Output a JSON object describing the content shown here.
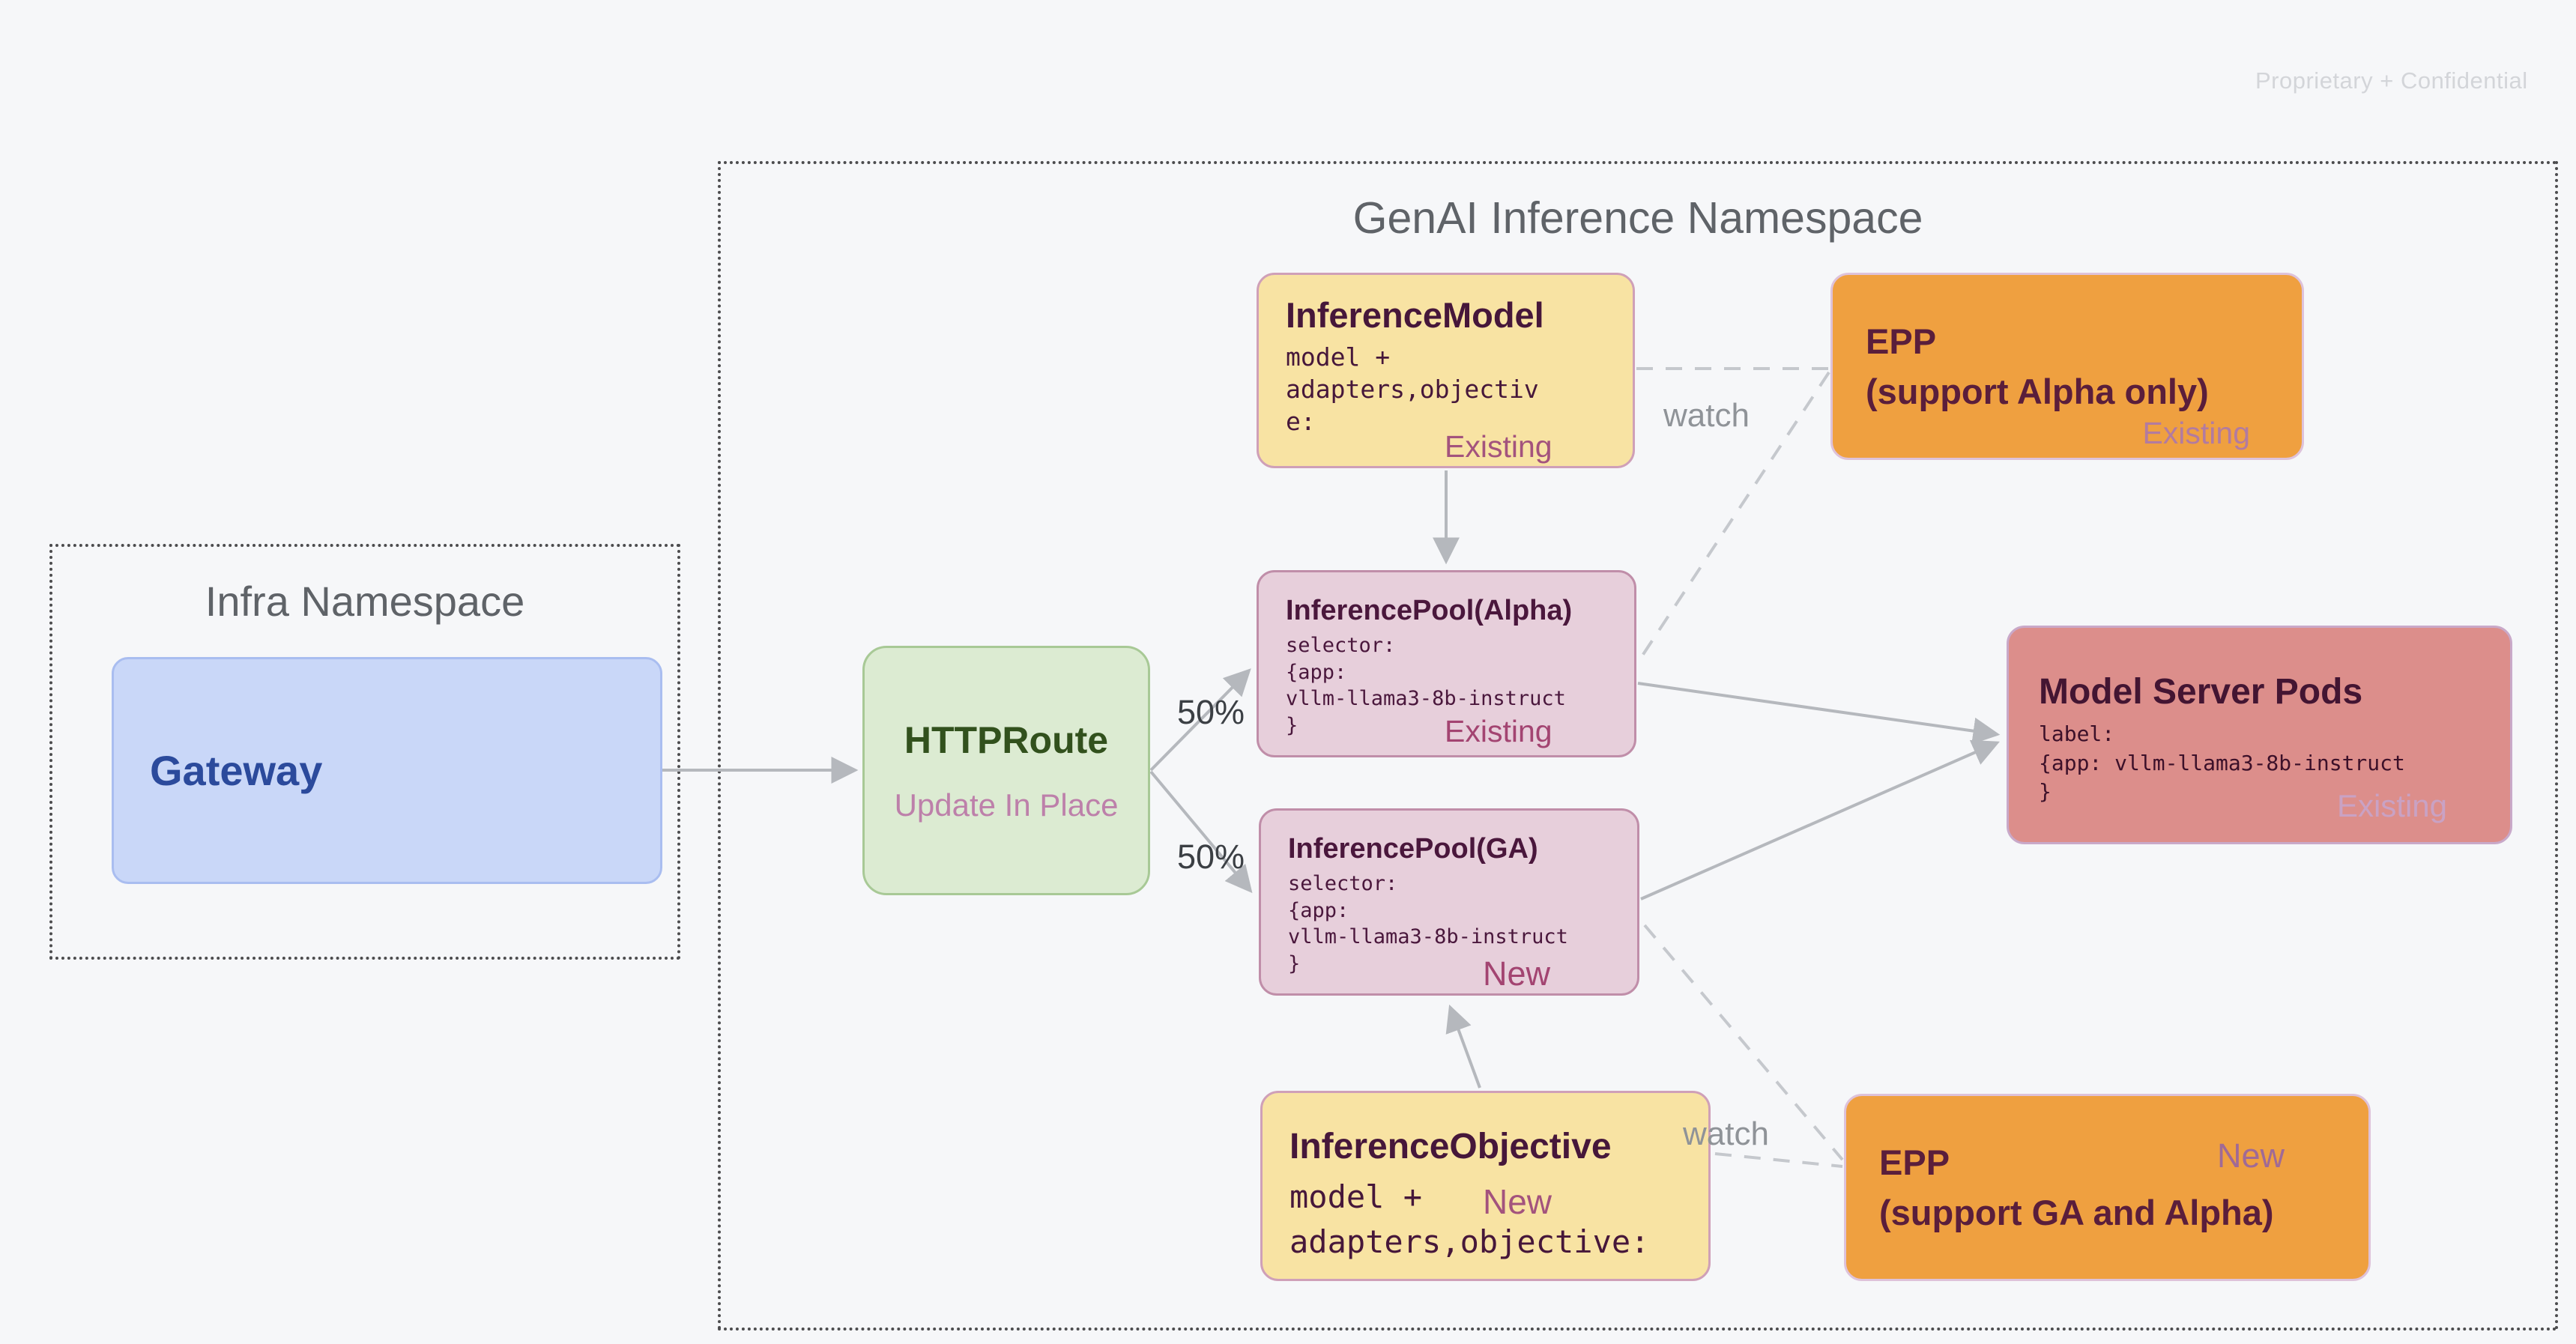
{
  "page": {
    "watermark": "Proprietary + Confidential"
  },
  "namespaces": {
    "infra": {
      "title": "Infra Namespace"
    },
    "genai": {
      "title": "GenAI Inference Namespace"
    }
  },
  "nodes": {
    "gateway": {
      "title": "Gateway"
    },
    "httproute": {
      "title": "HTTPRoute",
      "subtitle": "Update In Place"
    },
    "inference_model": {
      "title": "InferenceModel",
      "body": "model +\nadapters,objectiv\ne:",
      "status": "Existing"
    },
    "epp_alpha": {
      "title": "EPP",
      "subtitle": "(support Alpha only)",
      "status": "Existing"
    },
    "pool_alpha": {
      "title": "InferencePool(Alpha)",
      "body": "selector:\n{app:\nvllm-llama3-8b-instruct\n}",
      "status": "Existing"
    },
    "pool_ga": {
      "title": "InferencePool(GA)",
      "body": "selector:\n{app:\nvllm-llama3-8b-instruct\n}",
      "status": "New"
    },
    "model_server_pods": {
      "title": "Model Server Pods",
      "body": "label:\n{app: vllm-llama3-8b-instruct\n}",
      "status": "Existing"
    },
    "inference_objective": {
      "title": "InferenceObjective",
      "body_line1": "model +",
      "body_line2": "adapters,objective:",
      "status": "New"
    },
    "epp_ga": {
      "title": "EPP",
      "subtitle": "(support GA and Alpha)",
      "status": "New"
    }
  },
  "edge_labels": {
    "route_split_top": "50%",
    "route_split_bottom": "50%",
    "watch_top": "watch",
    "watch_bottom": "watch"
  },
  "colors": {
    "background": "#f6f7f9",
    "namespace_border": "#4c4c4e",
    "namespace_title": "#5f6368",
    "gateway_fill": "#c9d7f8",
    "gateway_border": "#a9bdf0",
    "gateway_text": "#2b4a9c",
    "httproute_fill": "#dcebd2",
    "httproute_border": "#a8c996",
    "httproute_text": "#32511d",
    "update_in_place_text": "#bd80aa",
    "yellow_fill": "#f8e3a3",
    "yellow_border": "#cfa0b8",
    "pool_fill": "#e7cfdb",
    "pool_border": "#c08ea9",
    "pods_fill": "#dc8e8b",
    "pods_border": "#c9a9c9",
    "epp_fill": "#efa040",
    "epp_border": "#dec2da",
    "dark_maroon_text": "#46173a",
    "status_mauve": "#a3537d",
    "arrow_gray": "#b5b8bd",
    "dashed_gray": "#c5c8cd",
    "watch_text": "#8f9398",
    "percent_text": "#3b3f44",
    "watermark_text": "#d3d5d9"
  }
}
